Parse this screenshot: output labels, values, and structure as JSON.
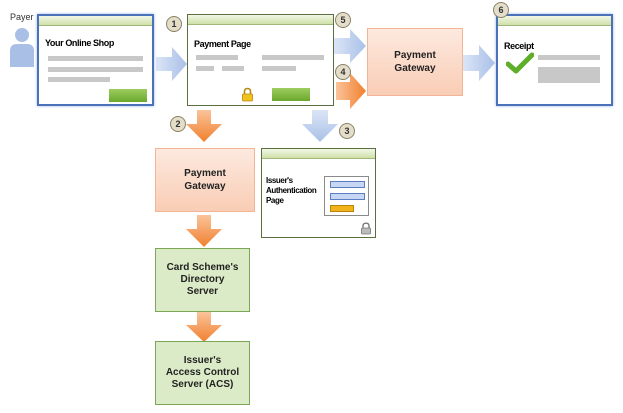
{
  "payer": {
    "label": "Payer"
  },
  "shop": {
    "title": "Your Online Shop"
  },
  "payment_page": {
    "title": "Payment Page"
  },
  "gateway_top": {
    "line1": "Payment",
    "line2": "Gateway"
  },
  "receipt": {
    "title": "Receipt"
  },
  "gateway_mid": {
    "line1": "Payment",
    "line2": "Gateway"
  },
  "issuer_page": {
    "line1": "Issuer's",
    "line2": "Authentication",
    "line3": "Page"
  },
  "directory": {
    "line1": "Card Scheme's",
    "line2": "Directory",
    "line3": "Server"
  },
  "acs": {
    "line1": "Issuer's",
    "line2": "Access Control",
    "line3": "Server (ACS)"
  },
  "steps": {
    "s1": "1",
    "s2": "2",
    "s3": "3",
    "s4": "4",
    "s5": "5",
    "s6": "6"
  },
  "colors": {
    "window_border": "#4a72b8",
    "blue_arrow": "#b5c9ec",
    "orange_arrow": "#f58a3c",
    "green_button": "#7cb63c"
  }
}
